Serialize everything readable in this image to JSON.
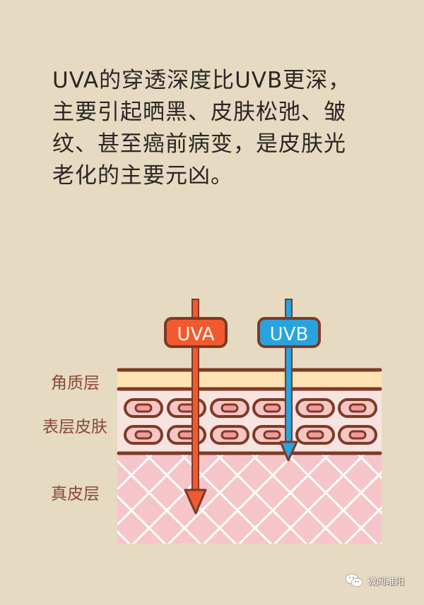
{
  "headline": {
    "lines": [
      "UVA的穿透深度比UVB更深，",
      "主要引起晒黑、皮肤松弛、皱",
      "纹、甚至癌前病变，是皮肤光",
      "老化的主要元凶。"
    ]
  },
  "diagram": {
    "arrows": [
      {
        "label": "UVA",
        "color": "#f15a2f",
        "penetrates_to": "真皮层"
      },
      {
        "label": "UVB",
        "color": "#2aa3dd",
        "penetrates_to": "表层皮肤"
      }
    ],
    "layers": [
      {
        "name": "角质层",
        "color": "#fde3b3"
      },
      {
        "name": "表层皮肤",
        "color": "#f7e4e0"
      },
      {
        "name": "真皮层",
        "color": "#f6c5c9"
      }
    ],
    "outline_color": "#7d3a27"
  },
  "watermark": {
    "icon": "wechat-icon",
    "text": "微闻睢阳"
  }
}
